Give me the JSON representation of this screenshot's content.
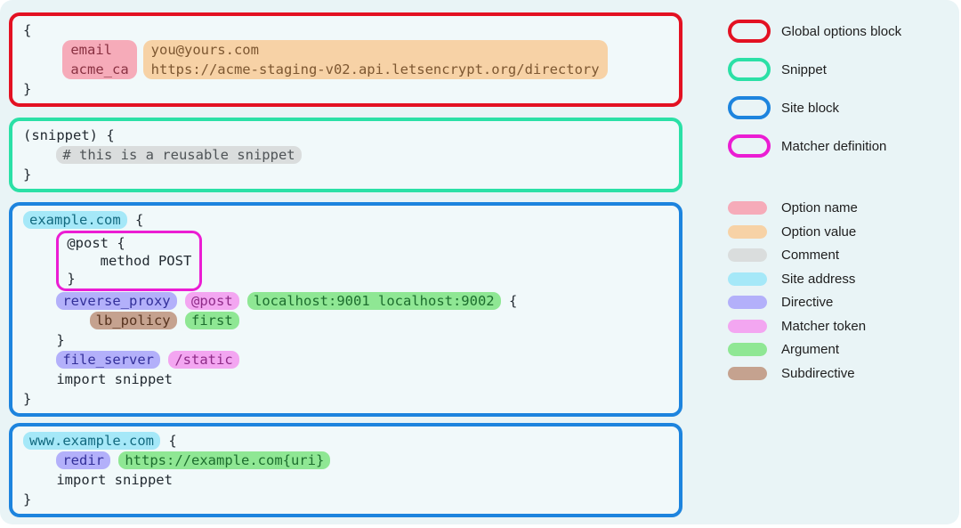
{
  "palette": {
    "page_bg": "#e9f4f6",
    "block_bg": "#f1f9fa",
    "code_text": "#222a31",
    "label_text": "#202020",
    "global_options": "#e31122",
    "snippet": "#2be0a6",
    "site": "#1d84de",
    "matcher": "#eb1dd3",
    "tokens": {
      "option-name": {
        "bg": "#f6abb9",
        "fg": "#8a3142"
      },
      "option-value": {
        "bg": "#f7d2a6",
        "fg": "#7d5731"
      },
      "comment": {
        "bg": "#dadddd",
        "fg": "#4f5457"
      },
      "site-address": {
        "bg": "#a5e8f8",
        "fg": "#136a80"
      },
      "directive": {
        "bg": "#b3b0fa",
        "fg": "#33309a"
      },
      "matcher-token": {
        "bg": "#f3a6f1",
        "fg": "#8f2b88"
      },
      "argument": {
        "bg": "#8fe794",
        "fg": "#1d6e2e"
      },
      "subdirective": {
        "bg": "#c5a28f",
        "fg": "#57331f"
      }
    }
  },
  "legend": {
    "block_types": [
      {
        "label": "Global options block",
        "color_key": "global_options"
      },
      {
        "label": "Snippet",
        "color_key": "snippet"
      },
      {
        "label": "Site block",
        "color_key": "site"
      },
      {
        "label": "Matcher definition",
        "color_key": "matcher"
      }
    ],
    "token_types": [
      {
        "label": "Option name",
        "token_key": "option-name"
      },
      {
        "label": "Option value",
        "token_key": "option-value"
      },
      {
        "label": "Comment",
        "token_key": "comment"
      },
      {
        "label": "Site address",
        "token_key": "site-address"
      },
      {
        "label": "Directive",
        "token_key": "directive"
      },
      {
        "label": "Matcher token",
        "token_key": "matcher-token"
      },
      {
        "label": "Argument",
        "token_key": "argument"
      },
      {
        "label": "Subdirective",
        "token_key": "subdirective"
      }
    ]
  },
  "code": {
    "blocks": [
      {
        "kind": "global_options",
        "rows": [
          {
            "type": "line",
            "segments": [
              {
                "text": "{"
              }
            ]
          },
          {
            "type": "option-table",
            "indent": "    ",
            "names": [
              "email",
              "acme_ca"
            ],
            "values": [
              "you@yours.com",
              "https://acme-staging-v02.api.letsencrypt.org/directory"
            ]
          },
          {
            "type": "line",
            "segments": [
              {
                "text": "}"
              }
            ]
          }
        ]
      },
      {
        "kind": "snippet",
        "rows": [
          {
            "type": "line",
            "segments": [
              {
                "text": "(snippet) {"
              }
            ]
          },
          {
            "type": "line",
            "segments": [
              {
                "text": "    "
              },
              {
                "text": "# this is a reusable snippet",
                "token": "comment"
              }
            ]
          },
          {
            "type": "line",
            "segments": [
              {
                "text": "}"
              }
            ]
          }
        ]
      },
      {
        "kind": "site",
        "rows": [
          {
            "type": "line",
            "segments": [
              {
                "text": "example.com",
                "token": "site-address"
              },
              {
                "text": " {"
              }
            ]
          },
          {
            "type": "matcher-box",
            "indent": "    ",
            "lines": [
              [
                {
                  "text": "@post {"
                }
              ],
              [
                {
                  "text": "    method POST"
                }
              ],
              [
                {
                  "text": "}"
                }
              ]
            ]
          },
          {
            "type": "line",
            "segments": [
              {
                "text": "    "
              },
              {
                "text": "reverse_proxy",
                "token": "directive"
              },
              {
                "text": " "
              },
              {
                "text": "@post",
                "token": "matcher-token"
              },
              {
                "text": " "
              },
              {
                "text": "localhost:9001 localhost:9002",
                "token": "argument"
              },
              {
                "text": " {"
              }
            ]
          },
          {
            "type": "line",
            "segments": [
              {
                "text": "        "
              },
              {
                "text": "lb_policy",
                "token": "subdirective"
              },
              {
                "text": " "
              },
              {
                "text": "first",
                "token": "argument"
              }
            ]
          },
          {
            "type": "line",
            "segments": [
              {
                "text": "    }"
              }
            ]
          },
          {
            "type": "line",
            "segments": [
              {
                "text": "    "
              },
              {
                "text": "file_server",
                "token": "directive"
              },
              {
                "text": " "
              },
              {
                "text": "/static",
                "token": "matcher-token"
              }
            ]
          },
          {
            "type": "line",
            "segments": [
              {
                "text": "    import snippet"
              }
            ]
          },
          {
            "type": "line",
            "segments": [
              {
                "text": "}"
              }
            ]
          }
        ]
      },
      {
        "kind": "site",
        "rows": [
          {
            "type": "line",
            "segments": [
              {
                "text": "www.example.com",
                "token": "site-address"
              },
              {
                "text": " {"
              }
            ]
          },
          {
            "type": "line",
            "segments": [
              {
                "text": "    "
              },
              {
                "text": "redir",
                "token": "directive"
              },
              {
                "text": " "
              },
              {
                "text": "https://example.com{uri}",
                "token": "argument"
              }
            ]
          },
          {
            "type": "line",
            "segments": [
              {
                "text": "    import snippet"
              }
            ]
          },
          {
            "type": "line",
            "segments": [
              {
                "text": "}"
              }
            ]
          }
        ]
      }
    ]
  }
}
